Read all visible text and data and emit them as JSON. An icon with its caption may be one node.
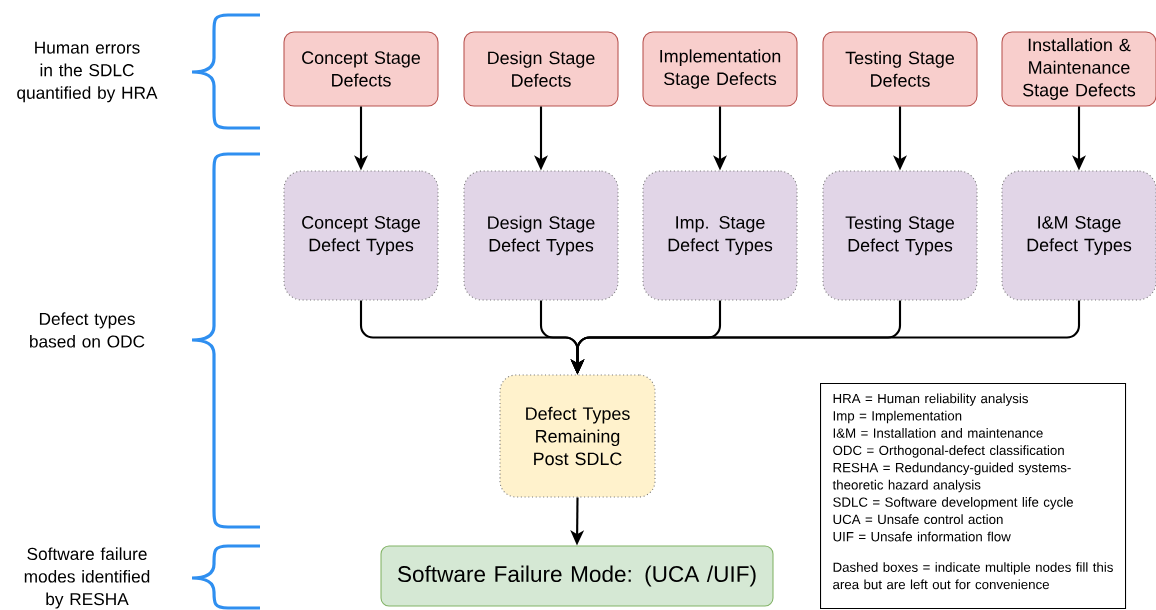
{
  "diagram": {
    "nodes": [
      {
        "text": [
          "Concept Stage Defects"
        ]
      },
      {
        "text": [
          "Design Stage Defects"
        ]
      },
      {
        "text": [
          "Implementation Stage Defects"
        ]
      },
      {
        "text": [
          "Testing Stage Defects"
        ]
      },
      {
        "text": [
          "Installation & Maintenance Stage Defects"
        ]
      },
      {
        "text": [
          "Concept Stage Defect Types"
        ]
      },
      {
        "text": [
          "Design Stage Defect Types"
        ]
      },
      {
        "text": [
          "Imp. Stage Defect Types"
        ]
      },
      {
        "text": [
          "Testing Stage Defect Types"
        ]
      },
      {
        "text": [
          "I&M Stage Defect Types"
        ]
      },
      {
        "text": [
          "Defect Types Remaining Post SDLC"
        ]
      },
      {
        "text": [
          "Software Failure Mode: (UCA /UIF)"
        ]
      },
      {
        "text": [
          "HRA = Human reliability analysis",
          "Imp = Implementation",
          "I&M = Installation and maintenance",
          "ODC = Orthogonal-defect classification",
          "RESHA = Redundancy-guided systems-theoretic hazard analysis",
          "SDLC = Software development life cycle",
          "UCA = Unsafe control action",
          "UIF = Unsafe information flow",
          "Dashed boxes = indicate multiple nodes fill this area but are left out for convenience"
        ]
      }
    ],
    "edges": [
      {
        "from": 0,
        "to": 5,
        "arrow": "to"
      },
      {
        "from": 1,
        "to": 6,
        "arrow": "to"
      },
      {
        "from": 2,
        "to": 7,
        "arrow": "to"
      },
      {
        "from": 3,
        "to": 8,
        "arrow": "to"
      },
      {
        "from": 4,
        "to": 9,
        "arrow": "to"
      },
      {
        "from": 5,
        "to": 10,
        "arrow": "to"
      },
      {
        "from": 6,
        "to": 10,
        "arrow": "to"
      },
      {
        "from": 7,
        "to": 10,
        "arrow": "to"
      },
      {
        "from": 8,
        "to": 10,
        "arrow": "to"
      },
      {
        "from": 9,
        "to": 10,
        "arrow": "to"
      },
      {
        "from": 10,
        "to": 11,
        "arrow": "to"
      }
    ],
    "labels": [
      "Human errors in the SDLC quantified by HRA",
      "Defect types based on ODC",
      "Software failure modes identified by RESHA"
    ]
  }
}
